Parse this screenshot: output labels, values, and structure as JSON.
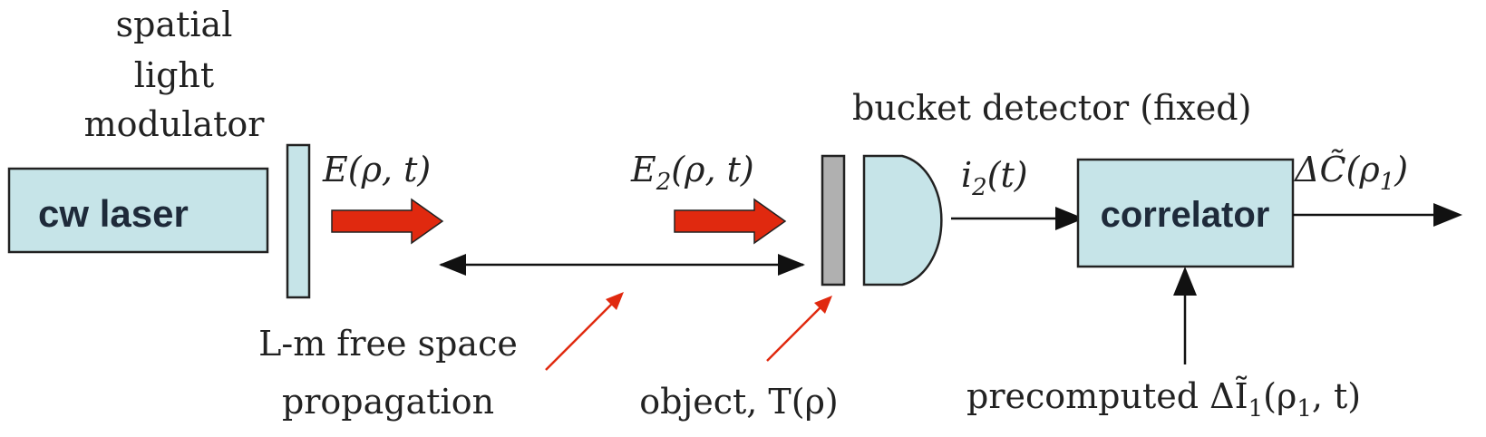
{
  "labels": {
    "slm_line1": "spatial",
    "slm_line2": "light",
    "slm_line3": "modulator",
    "laser": "cw laser",
    "field_E": "E(ρ, t)",
    "field_E2_base": "E",
    "field_E2_sub": "2",
    "field_E2_rest": "(ρ, t)",
    "bucket_detector": "bucket detector (fixed)",
    "i2_base": "i",
    "i2_sub": "2",
    "i2_rest": "(t)",
    "correlator": "correlator",
    "dC": "ΔC̃(ρ",
    "dC_sub": "1",
    "dC_close": ")",
    "free_space_line1": "L-m free space",
    "free_space_line2": "propagation",
    "object": "object, T(ρ)",
    "precomputed_prefix": "precomputed ΔĨ",
    "precomputed_sub": "1",
    "precomputed_rest": "(ρ",
    "precomputed_sub2": "1",
    "precomputed_end": ", t)"
  },
  "colors": {
    "box_fill": "#c6e4e8",
    "object_fill": "#b0b0b0",
    "arrow_red": "#e0290f",
    "line": "#111111"
  }
}
